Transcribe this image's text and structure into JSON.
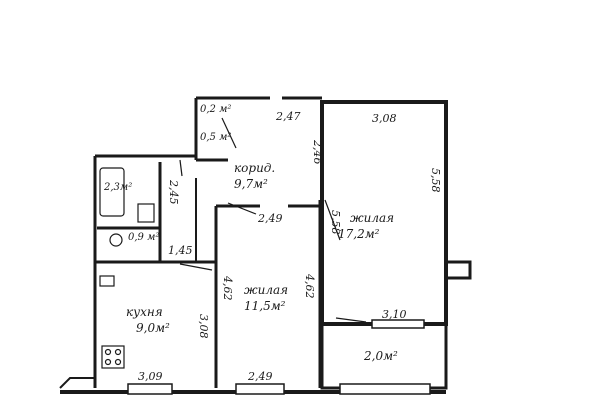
{
  "rooms": {
    "corridor": {
      "name": "корид.",
      "area": "9,7м²"
    },
    "living_large": {
      "name": "жилая",
      "area": "17,2м²"
    },
    "living_small": {
      "name": "жилая",
      "area": "11,5м²"
    },
    "kitchen": {
      "name": "кухня",
      "area": "9,0м²"
    },
    "bath": {
      "area": "2,3м²"
    },
    "wc": {
      "area": "0,9 м²"
    },
    "closet_top": {
      "area": "0,2 м²"
    },
    "closet_mid": {
      "area": "0,5 м²"
    },
    "balcony": {
      "area": "2,0м²"
    }
  },
  "dimensions": {
    "corridor_top": "2,47",
    "corridor_side": "2,46",
    "corridor_left": "2,45",
    "corridor_bottom": "2,49",
    "large_top": "3,08",
    "large_right": "5,58",
    "large_left": "5,58",
    "large_bottom": "3,10",
    "small_left": "4,62",
    "small_right": "4,62",
    "small_bottom": "2,49",
    "kitchen_top": "1,45",
    "kitchen_right": "3,08",
    "kitchen_bottom": "3,09"
  },
  "colors": {
    "ink": "#1a1a1a",
    "paper": "#ffffff"
  }
}
